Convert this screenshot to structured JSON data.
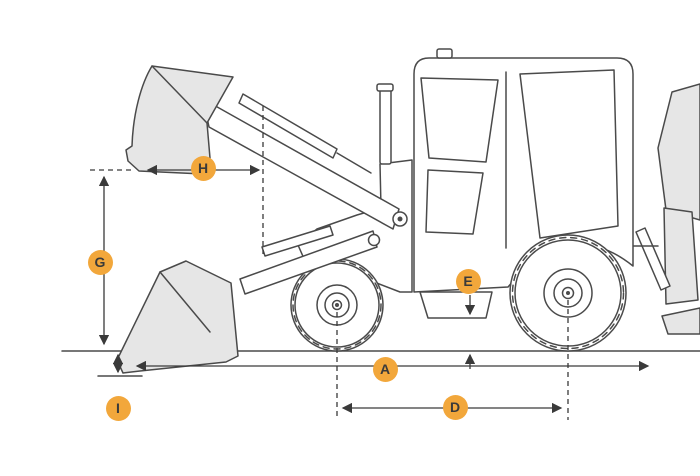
{
  "diagram": {
    "subject": "backhoe-loader-side-view-dimension-diagram",
    "labels": [
      {
        "id": "H"
      },
      {
        "id": "G"
      },
      {
        "id": "E"
      },
      {
        "id": "A"
      },
      {
        "id": "D"
      },
      {
        "id": "I"
      }
    ],
    "colors": {
      "background": "#ffffff",
      "badge": "#F2A73B",
      "badge-text": "#3a3a3a",
      "line": "#4a4a4a",
      "dim-line": "#3a3a3a",
      "machine-fill": "#e6e6e6"
    }
  }
}
